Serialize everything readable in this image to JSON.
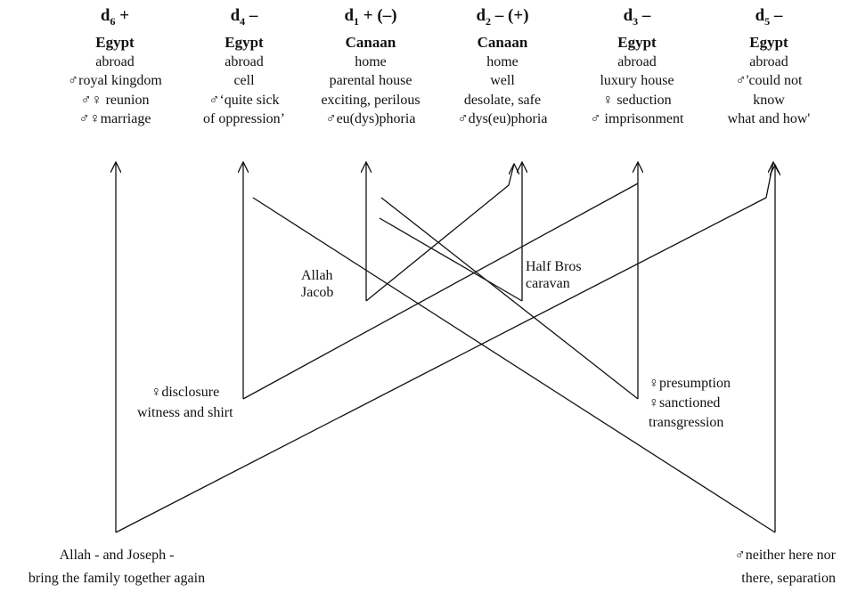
{
  "columns": [
    {
      "d": "d",
      "sub": "6",
      "sign": " +",
      "place": "Egypt",
      "lines": [
        "abroad",
        "♂royal kingdom",
        "♂♀ reunion",
        "♂♀marriage"
      ]
    },
    {
      "d": "d",
      "sub": "4",
      "sign": " –",
      "place": "Egypt",
      "lines": [
        "abroad",
        "cell",
        "♂‘quite sick",
        "of oppression’"
      ]
    },
    {
      "d": "d",
      "sub": "1",
      "sign": " + (–)",
      "place": "Canaan",
      "lines": [
        "home",
        "parental house",
        "exciting, perilous",
        "♂eu(dys)phoria"
      ]
    },
    {
      "d": "d",
      "sub": "2",
      "sign": " – (+)",
      "place": "Canaan",
      "lines": [
        "home",
        "well",
        "desolate, safe",
        "♂dys(eu)phoria"
      ]
    },
    {
      "d": "d",
      "sub": "3",
      "sign": " –",
      "place": "Egypt",
      "lines": [
        "abroad",
        "luxury house",
        "♀ seduction",
        "♂ imprisonment"
      ]
    },
    {
      "d": "d",
      "sub": "5",
      "sign": " –",
      "place": "Egypt",
      "lines": [
        "abroad",
        "♂'could not",
        "know",
        "what and how'"
      ]
    }
  ],
  "labels": {
    "allah_jacob": [
      "Allah",
      "Jacob"
    ],
    "half_bros": [
      "Half Bros",
      "caravan"
    ],
    "disclosure": [
      "♀disclosure",
      "witness and shirt"
    ],
    "presumption": [
      "♀presumption",
      "♀sanctioned",
      "transgression"
    ],
    "reunion": [
      "Allah - and Joseph -",
      "bring the family together again"
    ],
    "separation": [
      "♂neither here nor",
      "there, separation"
    ]
  }
}
